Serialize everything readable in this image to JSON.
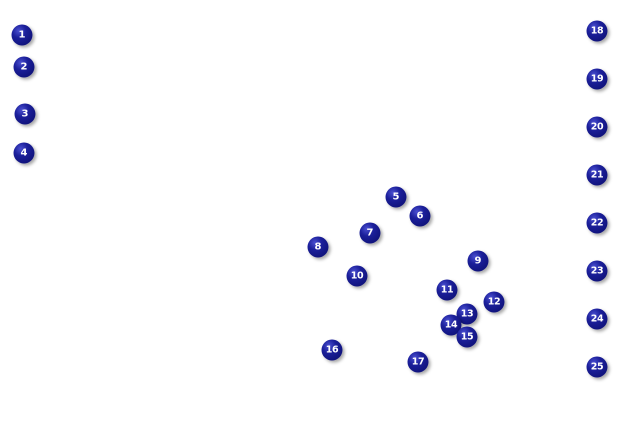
{
  "markers": [
    "1",
    "2",
    "3",
    "4",
    "5",
    "6",
    "7",
    "8",
    "9",
    "10",
    "11",
    "12",
    "13",
    "14",
    "15",
    "16",
    "17",
    "18",
    "19",
    "20",
    "21",
    "22",
    "23",
    "24",
    "25"
  ],
  "colors": {
    "marker_fill": "#0d1080",
    "marker_text": "#ffffff",
    "background": "#ffffff"
  }
}
